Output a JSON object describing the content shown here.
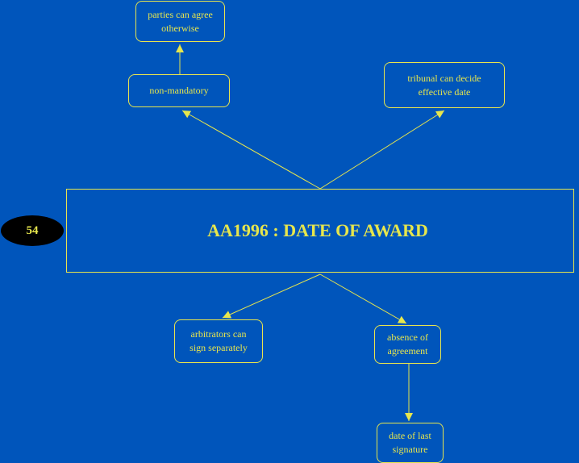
{
  "diagram": {
    "badge": "54",
    "title": "AA1996 : DATE OF AWARD",
    "nodes": {
      "parties": "parties can agree\notherwise",
      "nonmandatory": "non-mandatory",
      "tribunal": "tribunal can decide\neffective date",
      "arbitrators": "arbitrators can\nsign separately",
      "absence": "absence of\nagreement",
      "lastsig": "date of last\nsignature"
    },
    "colors": {
      "background": "#0055bb",
      "accent": "#e6e64d",
      "badge": "#000000"
    }
  }
}
